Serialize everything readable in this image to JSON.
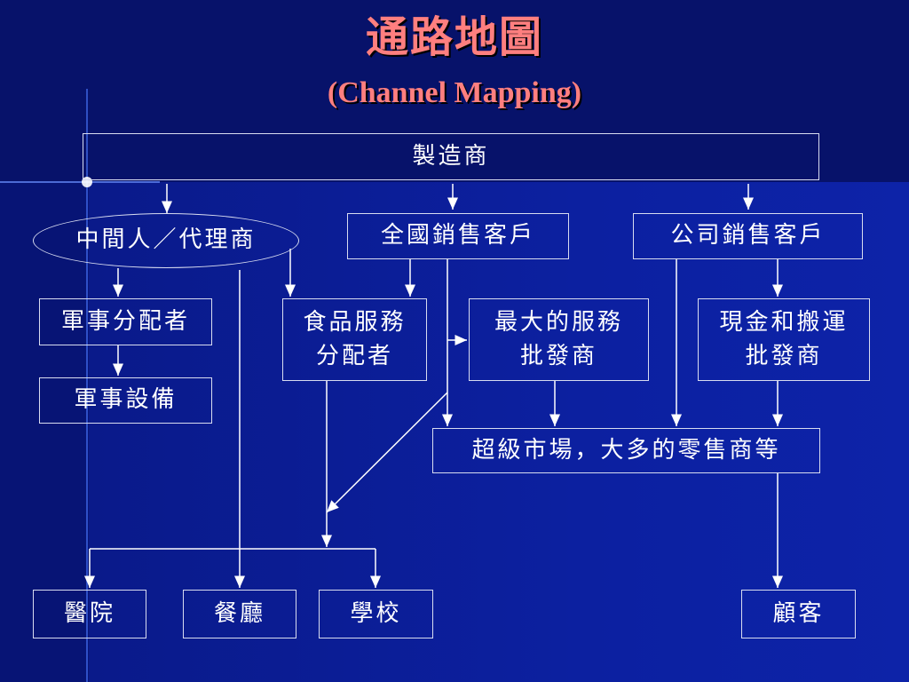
{
  "title": "通路地圖",
  "subtitle": "(Channel Mapping)",
  "nodes": {
    "manufacturer": "製造商",
    "agent": "中間人／代理商",
    "national_accounts": "全國銷售客戶",
    "company_accounts": "公司銷售客戶",
    "military_distributor": "軍事分配者",
    "food_service_distributor": "食品服務\n分配者",
    "largest_service_wholesaler": "最大的服務\n批發商",
    "cash_carry_wholesaler": "現金和搬運\n批發商",
    "military_equipment": "軍事設備",
    "supermarkets": "超級市場，大多的零售商等",
    "hospital": "醫院",
    "restaurant": "餐廳",
    "school": "學校",
    "customer": "顧客"
  },
  "colors": {
    "background": "#07126a",
    "title": "#ff7f7f",
    "node_text": "#ffffff",
    "line": "#ffffff"
  }
}
